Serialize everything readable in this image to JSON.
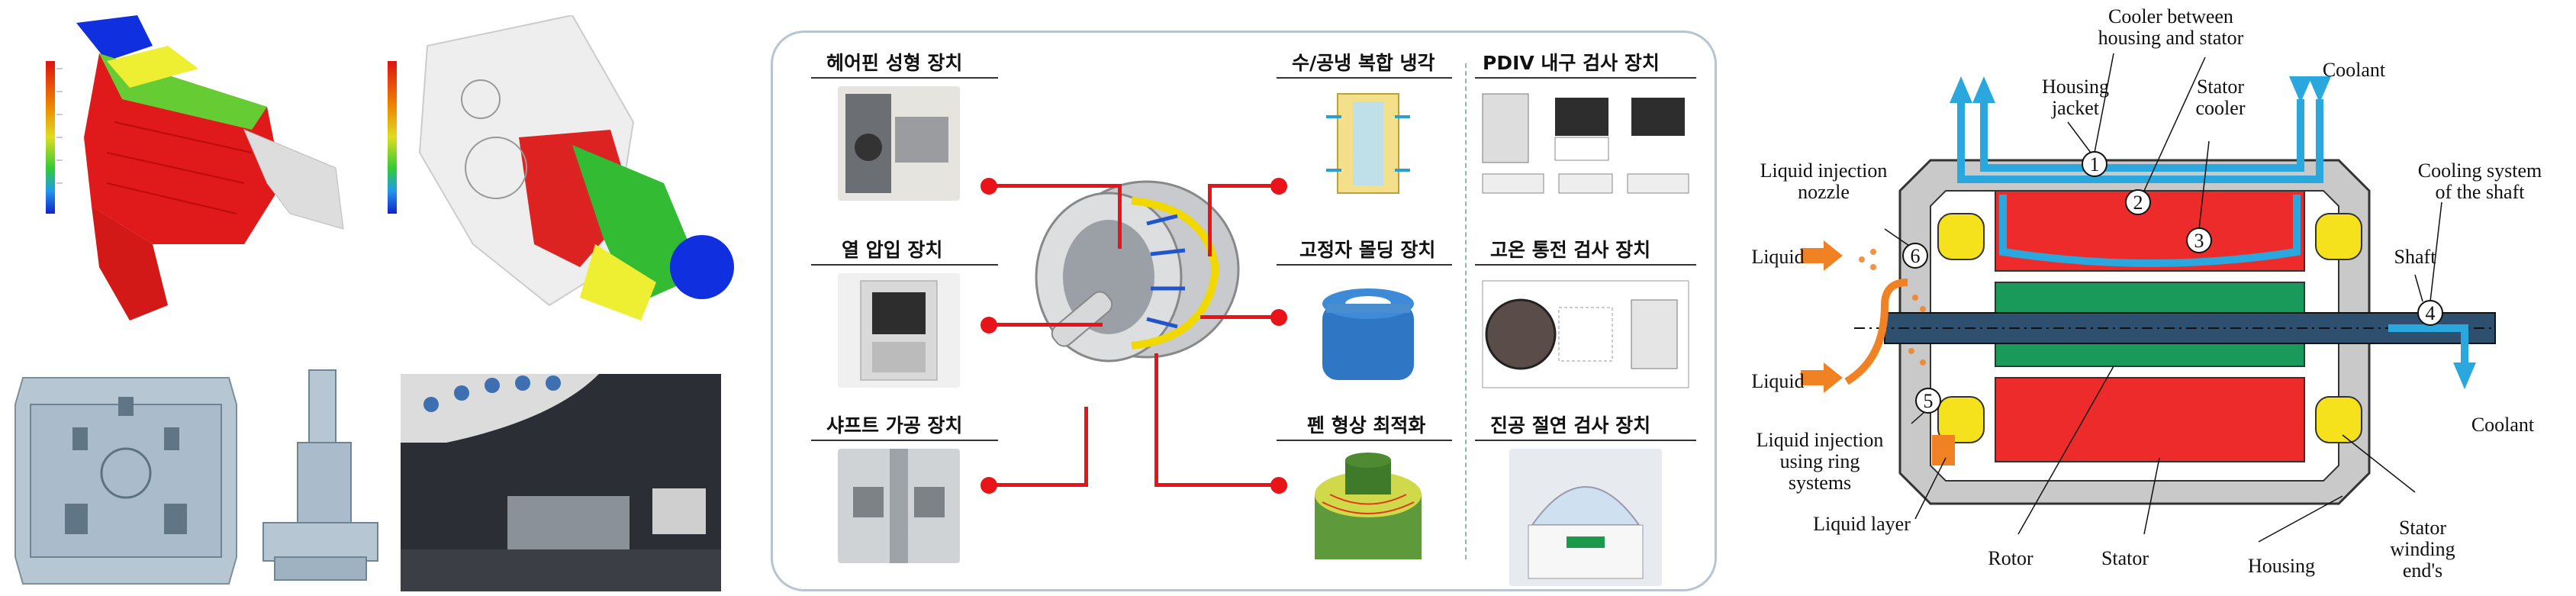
{
  "colors": {
    "accent_red": "#e8141a",
    "coolant_blue": "#2aa7dc",
    "liquid_orange": "#f08224",
    "stator_red": "#ee2b2b",
    "rotor_green": "#1a9a5a",
    "winding_yellow": "#f5e21c",
    "housing_gray": "#c9c9c9",
    "panel_border": "#b6c5cf"
  },
  "panel_simulation": {
    "icons": [
      "filling-simulation-image",
      "filling-sequence-image",
      "mold-cad-image",
      "mold-side-cad-image",
      "casting-machine-photo"
    ]
  },
  "panel_equipment": {
    "left_column": [
      {
        "label": "헤어핀 성형 장치",
        "icon": "hairpin-forming-photo"
      },
      {
        "label": "열 압입 장치",
        "icon": "heat-press-photo"
      },
      {
        "label": "샤프트 가공 장치",
        "icon": "shaft-machining-photo"
      }
    ],
    "middle_column": [
      {
        "label": "수/공냉 복합 냉각",
        "icon": "hybrid-cooling-image"
      },
      {
        "label": "고정자 몰딩 장치",
        "icon": "stator-molding-image"
      },
      {
        "label": "펜 형상 최적화",
        "icon": "fan-shape-image"
      }
    ],
    "right_column": [
      {
        "label": "PDIV 내구 검사 장치",
        "icon": "pdiv-tester-image"
      },
      {
        "label": "고온 통전 검사 장치",
        "icon": "high-temp-tester-image"
      },
      {
        "label": "진공 절연 검사 장치",
        "icon": "vacuum-insulation-tester-image"
      }
    ],
    "center_icon": "motor-cutaway-image"
  },
  "panel_cooling_diagram": {
    "labels": {
      "cooler_between": "Cooler between",
      "housing_and_stator": "housing and stator",
      "housing": "Housing",
      "jacket": "jacket",
      "stator": "Stator",
      "cooler": "cooler",
      "coolant_top": "Coolant",
      "liquid_injection": "Liquid injection",
      "nozzle": "nozzle",
      "cooling_system": "Cooling system",
      "of_the_shaft": "of the shaft",
      "liquid_left": "Liquid",
      "shaft": "Shaft",
      "liquid_lower": "Liquid",
      "liq_inj_ring_1": "Liquid injection",
      "liq_inj_ring_2": "using ring",
      "liq_inj_ring_3": "systems",
      "coolant_bottom": "Coolant",
      "liquid_layer": "Liquid layer",
      "rotor": "Rotor",
      "stator_bottom": "Stator",
      "housing_bottom": "Housing",
      "winding_1": "Stator",
      "winding_2": "winding",
      "winding_3": "end's"
    },
    "markers": [
      "1",
      "2",
      "3",
      "4",
      "5",
      "6"
    ]
  }
}
